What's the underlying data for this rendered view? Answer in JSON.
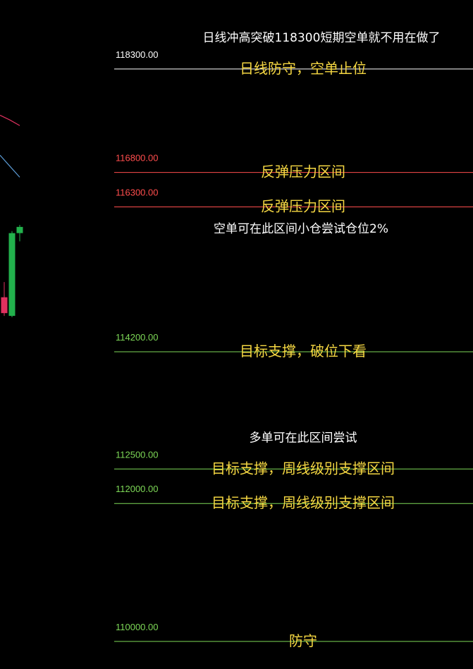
{
  "chart_data": {
    "type": "line",
    "y_unit": "price",
    "ylim": [
      109600,
      119300
    ],
    "levels": [
      {
        "price": 118300,
        "label": "118300.00",
        "color": "#ffffff",
        "annotation": "日线防守，空单止位"
      },
      {
        "price": 116800,
        "label": "116800.00",
        "color": "#ff4d4d",
        "annotation": "反弹压力区间"
      },
      {
        "price": 116300,
        "label": "116300.00",
        "color": "#ff4d4d",
        "annotation": "反弹压力区间"
      },
      {
        "price": 114200,
        "label": "114200.00",
        "color": "#7ed957",
        "annotation": "目标支撑，破位下看"
      },
      {
        "price": 112500,
        "label": "112500.00",
        "color": "#7ed957",
        "annotation": "目标支撑，周线级别支撑区间"
      },
      {
        "price": 112000,
        "label": "112000.00",
        "color": "#7ed957",
        "annotation": "目标支撑，周线级别支撑区间"
      },
      {
        "price": 110000,
        "label": "110000.00",
        "color": "#7ed957",
        "annotation": "防守"
      }
    ],
    "notes": [
      {
        "text": "日线冲高突破118300短期空单就不用在做了",
        "price": 118760
      },
      {
        "text": "空单可在此区间小仓尝试仓位2%",
        "price": 115990
      },
      {
        "text": "多单可在此区间尝试",
        "price": 112960
      }
    ],
    "candles": [
      {
        "open": 114990,
        "high": 115210,
        "low": 114720,
        "close": 114760,
        "color": "#e0315f"
      },
      {
        "open": 114720,
        "high": 115950,
        "low": 114700,
        "close": 115920,
        "color": "#22b14c"
      },
      {
        "open": 115920,
        "high": 116040,
        "low": 115800,
        "close": 116010,
        "color": "#22b14c"
      }
    ],
    "overlay_lines": [
      {
        "color": "#e0315f",
        "points": [
          117630,
          117560,
          117480
        ]
      },
      {
        "color": "#5b9bd5",
        "points": [
          117050,
          116890,
          116730
        ]
      }
    ]
  }
}
